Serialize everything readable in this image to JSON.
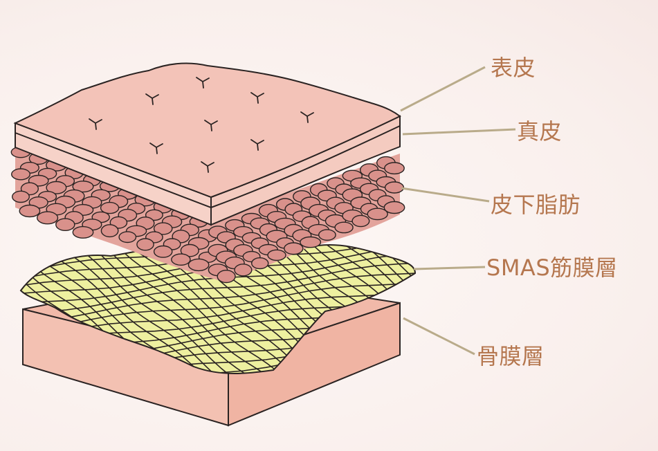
{
  "colors": {
    "label_text": "#b5774f",
    "leader_line": "#b9ab8a",
    "skin_top": "#f3c3b8",
    "skin_side": "#f6d2c8",
    "fat_cell": "#d9918b",
    "fat_cell_shade": "#c67a76",
    "smas_fill": "#eef0a0",
    "periosteum": "#f1b9a9",
    "outline": "#2a2322"
  },
  "layers": [
    {
      "name": "epidermis",
      "label": "表皮"
    },
    {
      "name": "dermis",
      "label": "真皮"
    },
    {
      "name": "subcutaneous-fat",
      "label": "皮下脂肪"
    },
    {
      "name": "smas-fascia",
      "label": "SMAS筋膜層"
    },
    {
      "name": "periosteum",
      "label": "骨膜層"
    }
  ]
}
